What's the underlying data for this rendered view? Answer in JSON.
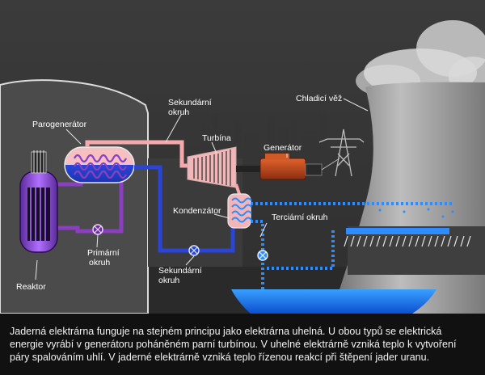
{
  "labels": {
    "steam_generator": "Parogenerátor",
    "secondary_circuit_top": [
      "Sekundární",
      "okruh"
    ],
    "turbine": "Turbína",
    "generator": "Generátor",
    "cooling_tower": "Chladicí věž",
    "condenser": "Kondenzátor",
    "tertiary_circuit": "Terciární okruh",
    "primary_circuit": [
      "Primární",
      "okruh"
    ],
    "secondary_circuit_bottom": [
      "Sekundární",
      "okruh"
    ],
    "reactor": "Reaktor"
  },
  "caption": {
    "lines": [
      "Jaderná elektrárna funguje na stejném principu jako elektrárna uhelná. U obou typů se elektrická",
      "energie vyrábí v generátoru poháněném parní turbínou. V uhelné elektrárně vzniká teplo k vytvoření",
      "páry spalováním uhlí. V jaderné elektrárně vzniká teplo řízenou reakcí při štěpení jader uranu."
    ]
  },
  "colors": {
    "background": "#3a3a3a",
    "building": "#4a4a4a",
    "primary_loop": "#8a3fc0",
    "secondary_hot": "#f4a9ad",
    "secondary_cold": "#2a45d8",
    "tertiary": "#2f8cff",
    "generator": "#c0481c",
    "tower": "#9a9a9a",
    "water": "#1f7dff"
  }
}
